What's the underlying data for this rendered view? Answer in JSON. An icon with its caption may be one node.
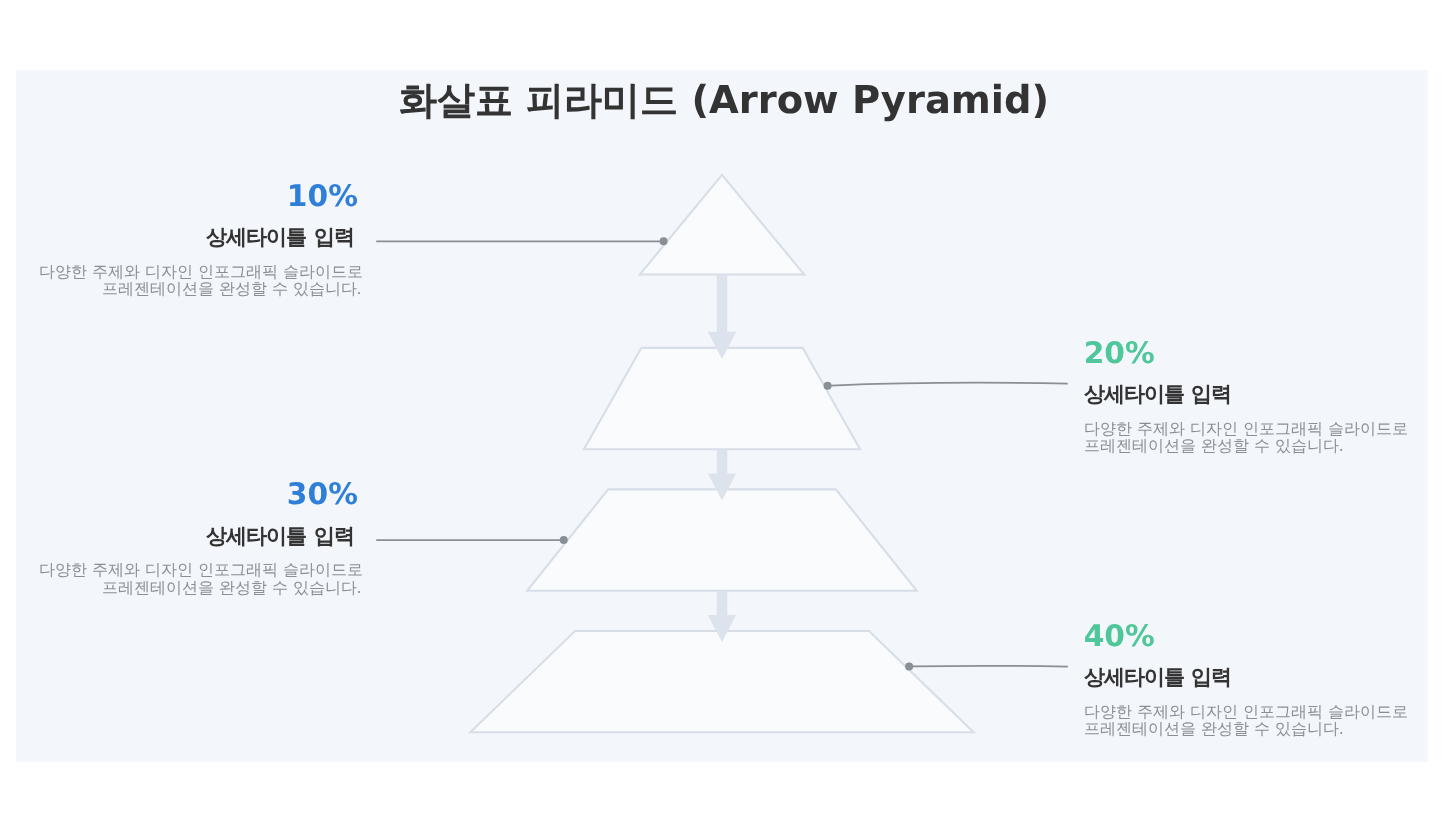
{
  "diagram": {
    "title": "화살표 피라미드 (Arrow Pyramid)",
    "nodes": [
      {
        "text": [
          "10%",
          "상세타이틀 입력",
          "다양한 주제와 디자인 인포그래픽 슬라이드로 프레젠테이션을 완성할 수 있습니다."
        ]
      },
      {
        "text": [],
        "shape": "triangle"
      },
      {
        "text": [
          "20%",
          "상세타이틀 입력",
          "다양한 주제와 디자인 인포그래픽 슬라이드로 프레젠테이션을 완성할 수 있습니다."
        ]
      },
      {
        "text": [],
        "shape": "trapezoid"
      },
      {
        "text": [
          "30%",
          "상세타이틀 입력",
          "다양한 주제와 디자인 인포그래픽 슬라이드로 프레젠테이션을 완성할 수 있습니다."
        ]
      },
      {
        "text": [],
        "shape": "trapezoid"
      },
      {
        "text": [
          "40%",
          "상세타이틀 입력",
          "다양한 주제와 디자인 인포그래픽 슬라이드로 프레젠테이션을 완성할 수 있습니다."
        ]
      },
      {
        "text": [],
        "shape": "trapezoid"
      }
    ],
    "edges": [
      {
        "from": 0,
        "to": 1,
        "arrow": "other"
      },
      {
        "from": 2,
        "to": 3,
        "arrow": "other"
      },
      {
        "from": 4,
        "to": 5,
        "arrow": "other"
      },
      {
        "from": 6,
        "to": 7,
        "arrow": "other"
      },
      {
        "from": 1,
        "to": 3,
        "arrow": "to",
        "style": "thick",
        "color": "#dde3ec"
      },
      {
        "from": 3,
        "to": 5,
        "arrow": "to",
        "style": "thick",
        "color": "#dde3ec"
      },
      {
        "from": 5,
        "to": 7,
        "arrow": "to",
        "style": "thick",
        "color": "#dde3ec"
      }
    ]
  }
}
